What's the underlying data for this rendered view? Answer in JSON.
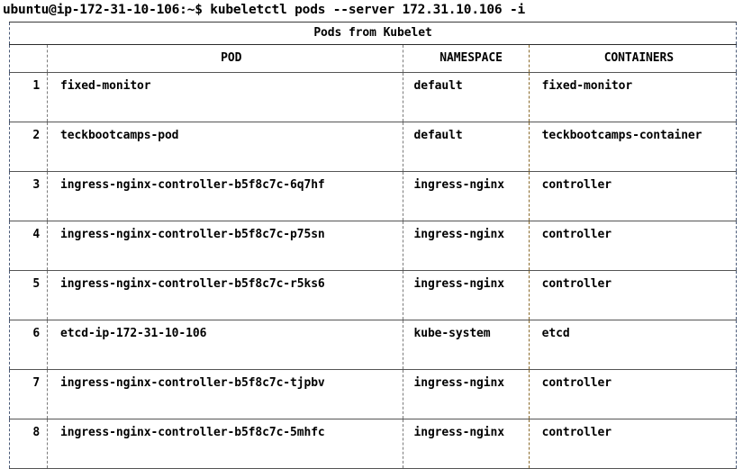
{
  "terminal": {
    "prompt": "ubuntu@ip-172-31-10-106:~$ kubeletctl pods --server 172.31.10.106 -i",
    "user_host": "ubuntu@ip-172-31-10-106",
    "path": "~",
    "command": "kubeletctl pods --server 172.31.10.106 -i"
  },
  "table": {
    "title": "Pods from Kubelet",
    "columns": [
      "",
      "POD",
      "NAMESPACE",
      "CONTAINERS"
    ],
    "headers": {
      "index": "",
      "pod": "POD",
      "namespace": "NAMESPACE",
      "containers": "CONTAINERS"
    },
    "rows": [
      {
        "index": "1",
        "pod": "fixed-monitor",
        "namespace": "default",
        "containers": "fixed-monitor"
      },
      {
        "index": "2",
        "pod": "teckbootcamps-pod",
        "namespace": "default",
        "containers": "teckbootcamps-container"
      },
      {
        "index": "3",
        "pod": "ingress-nginx-controller-b5f8c7c-6q7hf",
        "namespace": "ingress-nginx",
        "containers": "controller"
      },
      {
        "index": "4",
        "pod": "ingress-nginx-controller-b5f8c7c-p75sn",
        "namespace": "ingress-nginx",
        "containers": "controller"
      },
      {
        "index": "5",
        "pod": "ingress-nginx-controller-b5f8c7c-r5ks6",
        "namespace": "ingress-nginx",
        "containers": "controller"
      },
      {
        "index": "6",
        "pod": "etcd-ip-172-31-10-106",
        "namespace": "kube-system",
        "containers": "etcd"
      },
      {
        "index": "7",
        "pod": "ingress-nginx-controller-b5f8c7c-tjpbv",
        "namespace": "ingress-nginx",
        "containers": "controller"
      },
      {
        "index": "8",
        "pod": "ingress-nginx-controller-b5f8c7c-5mhfc",
        "namespace": "ingress-nginx",
        "containers": "controller"
      }
    ]
  },
  "colors": {
    "background": "#ffffff",
    "text": "#000000",
    "rule": "#555555",
    "vertical_border": "#7a7a7a",
    "containers_border": "#8a6a2a",
    "frame": "#4a5a78"
  }
}
